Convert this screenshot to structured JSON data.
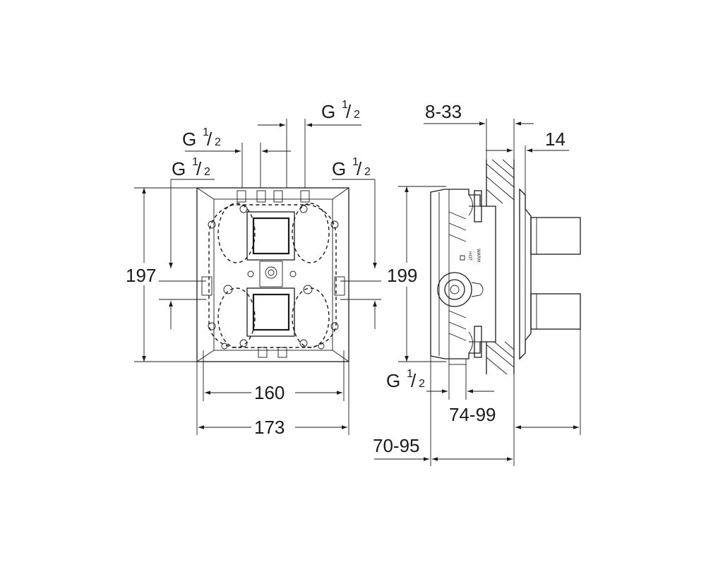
{
  "front_view": {
    "thread_top_right": {
      "base": "G",
      "num": "1",
      "den": "2"
    },
    "thread_top_mid": {
      "base": "G",
      "num": "1",
      "den": "2"
    },
    "thread_left": {
      "base": "G",
      "num": "1",
      "den": "2"
    },
    "thread_right": {
      "base": "G",
      "num": "1",
      "den": "2"
    },
    "height": "197",
    "inner_width": "160",
    "outer_width": "173"
  },
  "side_view": {
    "wall_range": "8-33",
    "plate": "14",
    "height": "199",
    "thread_bottom": {
      "base": "G",
      "num": "1",
      "den": "2"
    },
    "depth_a": "74-99",
    "depth_b": "70-95",
    "label_warm": "WARM",
    "label_hot": "HOT"
  }
}
